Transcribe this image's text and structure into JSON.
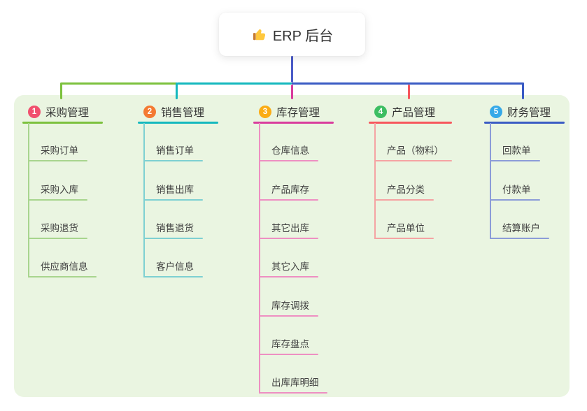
{
  "root": {
    "title": "ERP 后台",
    "icon": "thumbs-up-icon"
  },
  "branches": [
    {
      "num": "1",
      "label": "采购管理",
      "badge_color": "#F1506E",
      "line_color": "#7CC13D",
      "light_line_color": "#A8D58E",
      "children": [
        "采购订单",
        "采购入库",
        "采购退货",
        "供应商信息"
      ]
    },
    {
      "num": "2",
      "label": "销售管理",
      "badge_color": "#F47A32",
      "line_color": "#14B8BE",
      "light_line_color": "#7ED0D2",
      "children": [
        "销售订单",
        "销售出库",
        "销售退货",
        "客户信息"
      ]
    },
    {
      "num": "3",
      "label": "库存管理",
      "badge_color": "#FBAC14",
      "line_color": "#D93C9D",
      "light_line_color": "#EE8FC2",
      "children": [
        "仓库信息",
        "产品库存",
        "其它出库",
        "其它入库",
        "库存调拨",
        "库存盘点",
        "出库库明细"
      ]
    },
    {
      "num": "4",
      "label": "产品管理",
      "badge_color": "#3CBE62",
      "line_color": "#F7575D",
      "light_line_color": "#F5A3A3",
      "children": [
        "产品（物料）",
        "产品分类",
        "产品单位"
      ]
    },
    {
      "num": "5",
      "label": "财务管理",
      "badge_color": "#36A9E8",
      "line_color": "#3A5BC4",
      "light_line_color": "#8C9CD8",
      "children": [
        "回款单",
        "付款单",
        "结算账户"
      ]
    }
  ],
  "palette": {
    "page_background": "#FFFFFF",
    "panel_background": "#EAF5E1",
    "root_stem": "#4A5BC8",
    "label_text": "#333333",
    "child_text": "#3F3F3F"
  }
}
